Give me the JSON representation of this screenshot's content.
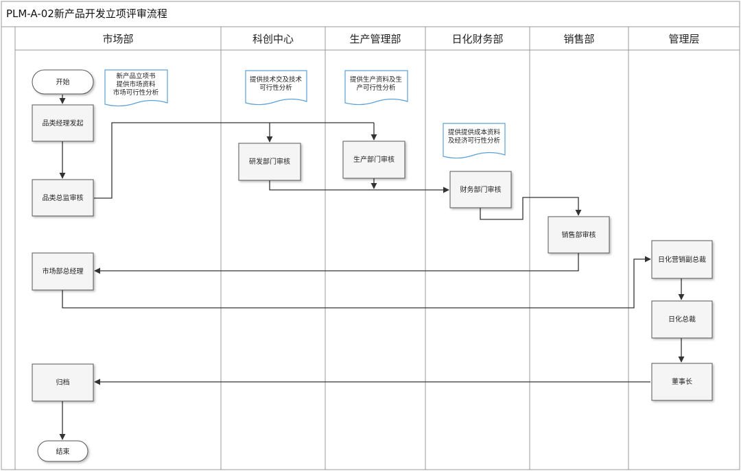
{
  "title": "PLM-A-02新产品开发立项评审流程",
  "lanes": [
    "市场部",
    "科创中心",
    "生产管理部",
    "日化财务部",
    "销售部",
    "管理层"
  ],
  "nodes": {
    "start": "开始",
    "n1": "品类经理发起",
    "n2": "品类总监审核",
    "n3": "研发部门审核",
    "n4": "生产部门审核",
    "n5": "财务部门审核",
    "n6": "销售部审核",
    "n7": "市场部总经理",
    "n8": "日化营销副总裁",
    "n9": "日化总裁",
    "n10": "董事长",
    "n11": "归档",
    "end": "结束"
  },
  "docs": {
    "d1": [
      "新产品立项书",
      "提供市场资料",
      "市场可行性分析"
    ],
    "d2": [
      "提供技术交及技术",
      "可行性分析"
    ],
    "d3": [
      "提供生产资料及生",
      "产可行性分析"
    ],
    "d4": [
      "提供提供成本资料",
      "及经济可行性分析"
    ]
  },
  "colors": {
    "doc_border": "#5aa0d8",
    "line": "#333333",
    "border": "#999999",
    "node_fill": "#f5f5f5"
  }
}
